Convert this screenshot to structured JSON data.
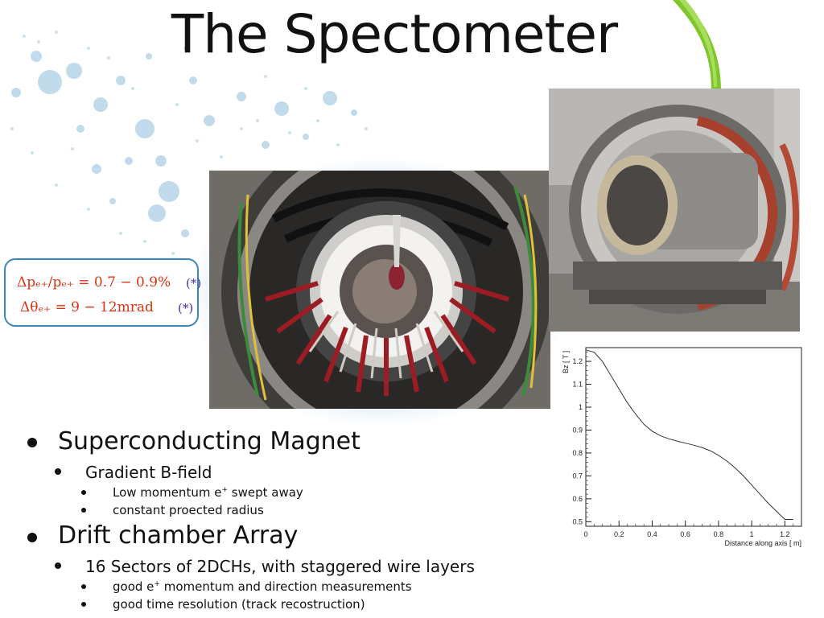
{
  "slide": {
    "title": "The Spectometer"
  },
  "resolution_box": {
    "line1_formula": "Δpₑ₊/pₑ₊ = 0.7 − 0.9%",
    "line1_note": "(*)",
    "line2_formula": "Δθₑ₊ = 9 − 12mrad",
    "line2_note": "(*)"
  },
  "bullets": {
    "b1": "Superconducting Magnet",
    "b1_1": "Gradient B-field",
    "b1_1_1_pre": "Low momentum e",
    "b1_1_1_sup": "+",
    "b1_1_1_post": " swept away",
    "b1_1_2": "constant proected radius",
    "b2": "Drift chamber Array",
    "b2_1": "16 Sectors of 2DCHs, with staggered wire layers",
    "b2_1_1_pre": "good e",
    "b2_1_1_sup": "+",
    "b2_1_1_post": " momentum and direction measurements",
    "b2_1_2": "good time resolution (track recostruction)"
  },
  "colors": {
    "formula": "#d83515",
    "note": "#4a2ca0",
    "box_border": "#3a86c0",
    "curve": "#333333"
  },
  "chart_data": {
    "type": "line",
    "title": "",
    "xlabel": "Distance along axis [ m]",
    "ylabel": "Bz [ T ]",
    "xlim": [
      0,
      1.3
    ],
    "ylim": [
      0.48,
      1.26
    ],
    "xticks": [
      0,
      0.2,
      0.4,
      0.6,
      0.8,
      1,
      1.2
    ],
    "xtick_labels": [
      "0",
      "0.2",
      "0.4",
      "0.6",
      "0.8",
      "1",
      "1.2"
    ],
    "yticks": [
      0.5,
      0.6,
      0.7,
      0.8,
      0.9,
      1,
      1.1,
      1.2
    ],
    "ytick_labels": [
      "0.5",
      "0.6",
      "0.7",
      "0.8",
      "0.9",
      "1",
      "1.1",
      "1.2"
    ],
    "series": [
      {
        "x": [
          0,
          0.05,
          0.1,
          0.15,
          0.2,
          0.25,
          0.3,
          0.35,
          0.4,
          0.45,
          0.5,
          0.55,
          0.6,
          0.65,
          0.7,
          0.75,
          0.8,
          0.85,
          0.9,
          0.95,
          1.0,
          1.05,
          1.1,
          1.15,
          1.2,
          1.25
        ],
        "y": [
          1.25,
          1.24,
          1.2,
          1.14,
          1.08,
          1.02,
          0.97,
          0.925,
          0.895,
          0.875,
          0.862,
          0.852,
          0.843,
          0.834,
          0.824,
          0.81,
          0.79,
          0.765,
          0.735,
          0.7,
          0.66,
          0.62,
          0.58,
          0.545,
          0.51,
          0.51
        ]
      }
    ]
  }
}
